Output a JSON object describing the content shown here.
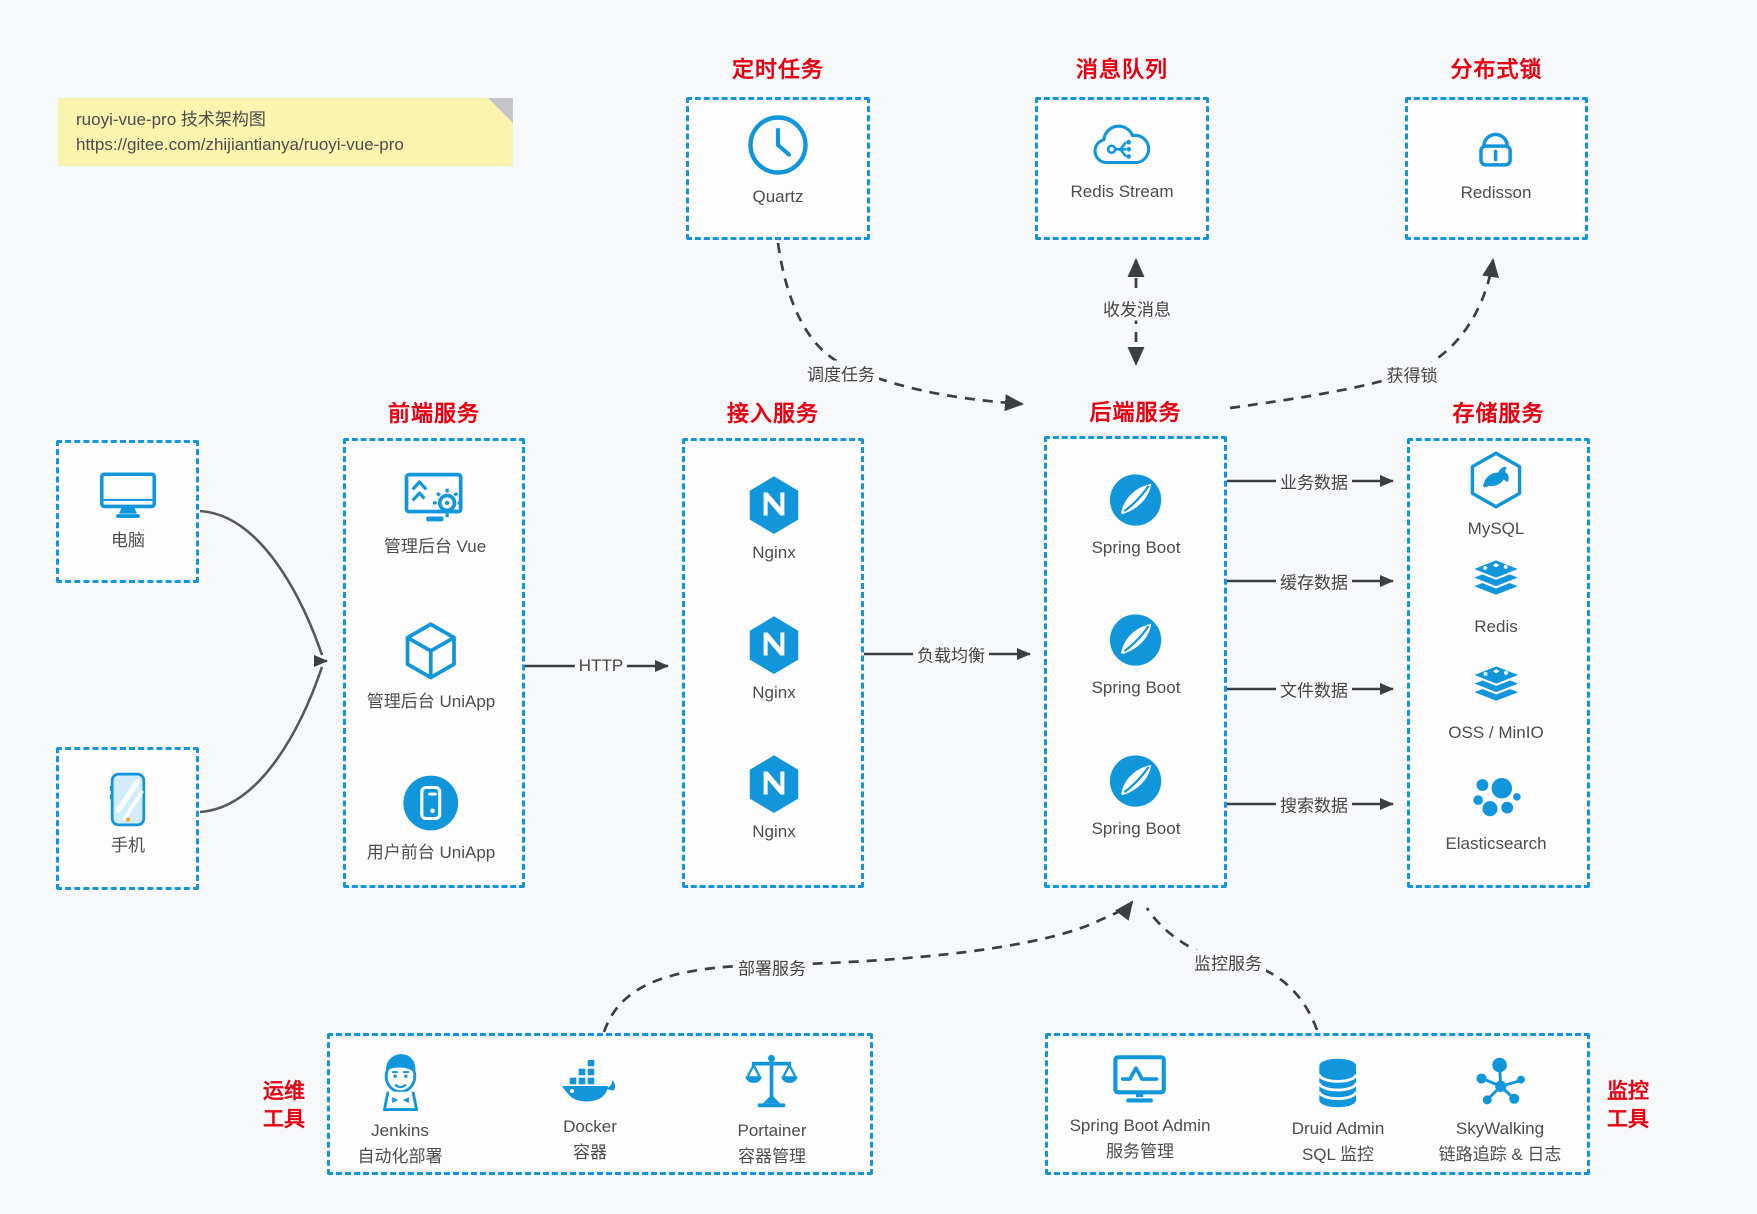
{
  "colors": {
    "accent_blue": "#1296db",
    "border_blue": "#1494dc",
    "title_red": "#e60012",
    "line_dark": "#3d3e40",
    "line_gray": "#58595b",
    "bg": "#f7f8fa",
    "panel": "#fdfdfe",
    "text": "#4d4d4d",
    "note_bg": "#fbf4ae",
    "note_fold": "#c6c6c8"
  },
  "note": {
    "line1": "ruoyi-vue-pro 技术架构图",
    "line2": "https://gitee.com/zhijiantianya/ruoyi-vue-pro"
  },
  "groups": {
    "scheduler": {
      "title": "定时任务",
      "items": [
        {
          "label": "Quartz",
          "icon": "clock-icon"
        }
      ]
    },
    "mq": {
      "title": "消息队列",
      "items": [
        {
          "label": "Redis Stream",
          "icon": "cloud-stream-icon"
        }
      ]
    },
    "lock": {
      "title": "分布式锁",
      "items": [
        {
          "label": "Redisson",
          "icon": "lock-icon"
        }
      ]
    },
    "clients": {
      "items": [
        {
          "label": "电脑",
          "icon": "desktop-icon"
        },
        {
          "label": "手机",
          "icon": "mobile-icon"
        }
      ]
    },
    "frontend": {
      "title": "前端服务",
      "items": [
        {
          "label": "管理后台 Vue",
          "icon": "admin-vue-icon"
        },
        {
          "label": "管理后台 UniApp",
          "icon": "uniapp-cube-icon"
        },
        {
          "label": "用户前台 UniApp",
          "icon": "user-app-icon"
        }
      ]
    },
    "gateway": {
      "title": "接入服务",
      "items": [
        {
          "label": "Nginx",
          "icon": "nginx-icon"
        },
        {
          "label": "Nginx",
          "icon": "nginx-icon"
        },
        {
          "label": "Nginx",
          "icon": "nginx-icon"
        }
      ]
    },
    "backend": {
      "title": "后端服务",
      "items": [
        {
          "label": "Spring Boot",
          "icon": "spring-icon"
        },
        {
          "label": "Spring Boot",
          "icon": "spring-icon"
        },
        {
          "label": "Spring Boot",
          "icon": "spring-icon"
        }
      ]
    },
    "storage": {
      "title": "存储服务",
      "items": [
        {
          "label": "MySQL",
          "icon": "mysql-icon"
        },
        {
          "label": "Redis",
          "icon": "redis-icon"
        },
        {
          "label": "OSS / MinIO",
          "icon": "oss-icon"
        },
        {
          "label": "Elasticsearch",
          "icon": "elasticsearch-icon"
        }
      ]
    },
    "ops": {
      "title_line1": "运维",
      "title_line2": "工具",
      "items": [
        {
          "label": "Jenkins",
          "sublabel": "自动化部署",
          "icon": "jenkins-icon"
        },
        {
          "label": "Docker",
          "sublabel": "容器",
          "icon": "docker-icon"
        },
        {
          "label": "Portainer",
          "sublabel": "容器管理",
          "icon": "portainer-icon"
        }
      ]
    },
    "monitoring": {
      "title_line1": "监控",
      "title_line2": "工具",
      "items": [
        {
          "label": "Spring Boot Admin",
          "sublabel": "服务管理",
          "icon": "sba-icon"
        },
        {
          "label": "Druid Admin",
          "sublabel": "SQL 监控",
          "icon": "druid-icon"
        },
        {
          "label": "SkyWalking",
          "sublabel": "链路追踪 & 日志",
          "icon": "skywalking-icon"
        }
      ]
    }
  },
  "connectors": {
    "http": {
      "label": "HTTP"
    },
    "load_balance": {
      "label": "负载均衡"
    },
    "business_data": {
      "label": "业务数据"
    },
    "cache_data": {
      "label": "缓存数据"
    },
    "file_data": {
      "label": "文件数据"
    },
    "search_data": {
      "label": "搜索数据"
    },
    "schedule": {
      "label": "调度任务"
    },
    "messages": {
      "label": "收发消息"
    },
    "acquire_lock": {
      "label": "获得锁"
    },
    "deploy": {
      "label": "部署服务"
    },
    "monitor": {
      "label": "监控服务"
    }
  }
}
